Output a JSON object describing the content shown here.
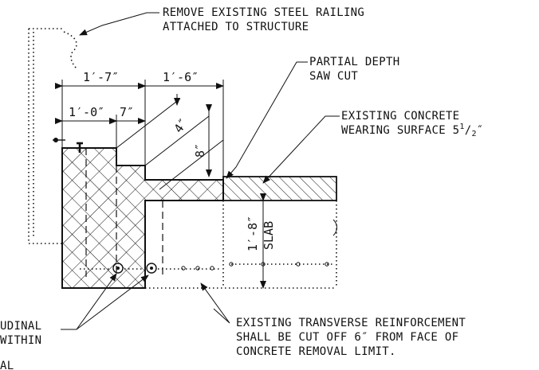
{
  "notes": {
    "railing": [
      "REMOVE EXISTING STEEL RAILING",
      "ATTACHED TO STRUCTURE"
    ],
    "saw_cut": [
      "PARTIAL DEPTH",
      "SAW CUT"
    ],
    "wearing": [
      "EXISTING CONCRETE",
      "WEARING SURFACE 5",
      "1",
      "2",
      "″"
    ],
    "transverse": [
      "EXISTING TRANSVERSE REINFORCEMENT",
      "SHALL BE CUT OFF 6″ FROM FACE OF",
      "CONCRETE REMOVAL LIMIT."
    ],
    "longitudinal": [
      "UDINAL",
      "WITHIN",
      "AL"
    ]
  },
  "dimensions": {
    "d1": "1′-7″",
    "d2": "1′-6″",
    "d3": "1′-0″",
    "d4": "7″",
    "d5": "4″",
    "d6": "8″",
    "d7": "1′-8″",
    "slab": "SLAB"
  }
}
